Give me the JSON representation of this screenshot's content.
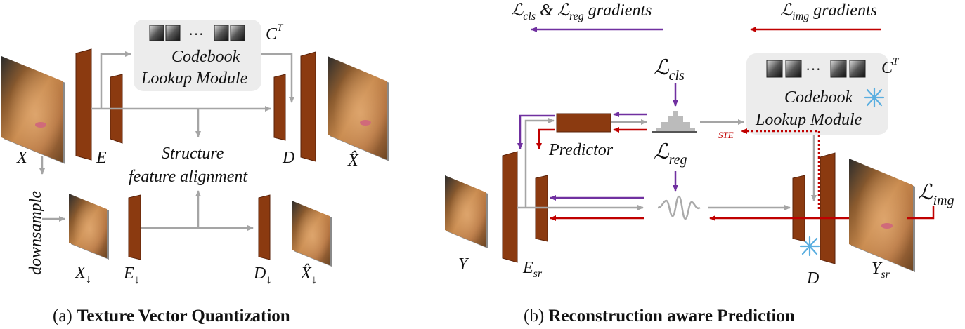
{
  "colors": {
    "block": "#8b3a10",
    "block_stroke": "#5a220a",
    "arrow_gray": "#a5a5a5",
    "arrow_purple": "#7030a0",
    "arrow_red": "#c00000",
    "module_bg": "#ececec",
    "snowflake": "#5aaee0"
  },
  "icons": [
    "dog-image",
    "codebook-cube-icon",
    "snowflake-icon",
    "histogram-icon",
    "wave-icon"
  ],
  "panel_a": {
    "caption_prefix": "(a) ",
    "caption_bold": "Texture Vector Quantization",
    "codebook_line1": "Codebook",
    "codebook_line2": "Lookup Module",
    "codebook_dots": "···",
    "ct_base": "C",
    "ct_sup": "T",
    "x": "X",
    "e": "E",
    "d": "D",
    "xhat": "X̂",
    "structure_line1": "Structure",
    "structure_line2": "feature alignment",
    "downsample": "downsample",
    "xdown": "X",
    "edown": "E",
    "ddown": "D",
    "xhatdown": "X̂",
    "down_arrow": "↓"
  },
  "panel_b": {
    "caption_prefix": "(b) ",
    "caption_bold": "Reconstruction aware Prediction",
    "legend_purple_l1": "ℒ",
    "legend_purple_s1": "cls",
    "legend_purple_amp": " & ",
    "legend_purple_l2": "ℒ",
    "legend_purple_s2": "reg",
    "legend_purple_tail": " gradients",
    "legend_red_l": "ℒ",
    "legend_red_s": "img",
    "legend_red_tail": " gradients",
    "lcls_l": "ℒ",
    "lcls_s": "cls",
    "lreg_l": "ℒ",
    "lreg_s": "reg",
    "limg_l": "ℒ",
    "limg_s": "img",
    "predictor": "Predictor",
    "ste": "STE",
    "codebook_line1": "Codebook",
    "codebook_line2": "Lookup Module",
    "codebook_dots": "···",
    "ct_base": "C",
    "ct_sup": "T",
    "y": "Y",
    "esr_base": "E",
    "esr_sub": "sr",
    "d": "D",
    "ysr_base": "Y",
    "ysr_sub": "sr"
  }
}
